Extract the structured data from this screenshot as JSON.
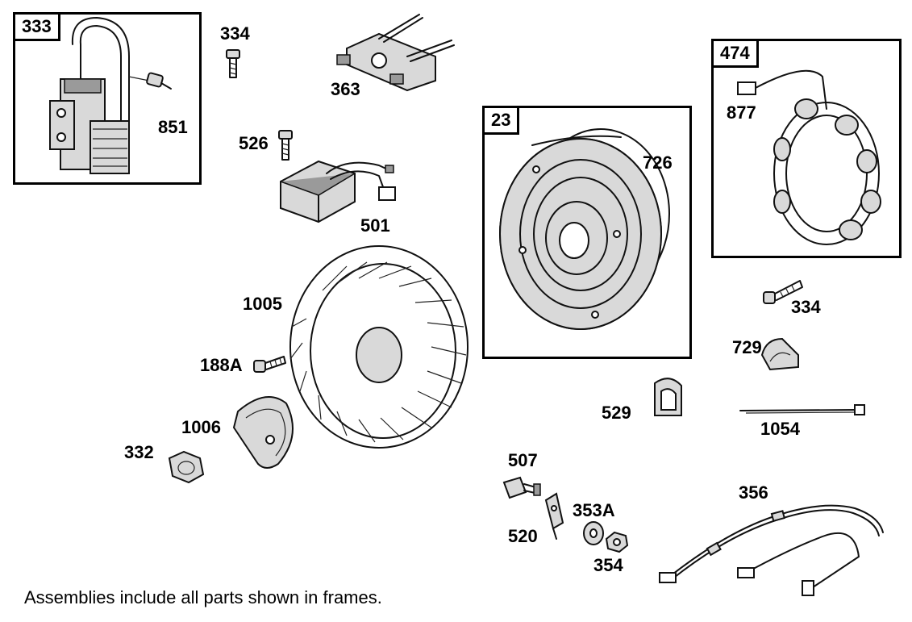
{
  "frames": [
    {
      "id": "333",
      "label": "333"
    },
    {
      "id": "23",
      "label": "23"
    },
    {
      "id": "474",
      "label": "474"
    }
  ],
  "callouts": {
    "p851": "851",
    "p334a": "334",
    "p363": "363",
    "p526": "526",
    "p501": "501",
    "p726": "726",
    "p877": "877",
    "p334b": "334",
    "p729": "729",
    "p1005": "1005",
    "p188a": "188A",
    "p1006": "1006",
    "p332": "332",
    "p529": "529",
    "p1054": "1054",
    "p507": "507",
    "p356": "356",
    "p353a": "353A",
    "p520": "520",
    "p354": "354"
  },
  "note": "Assemblies include all parts shown in frames."
}
